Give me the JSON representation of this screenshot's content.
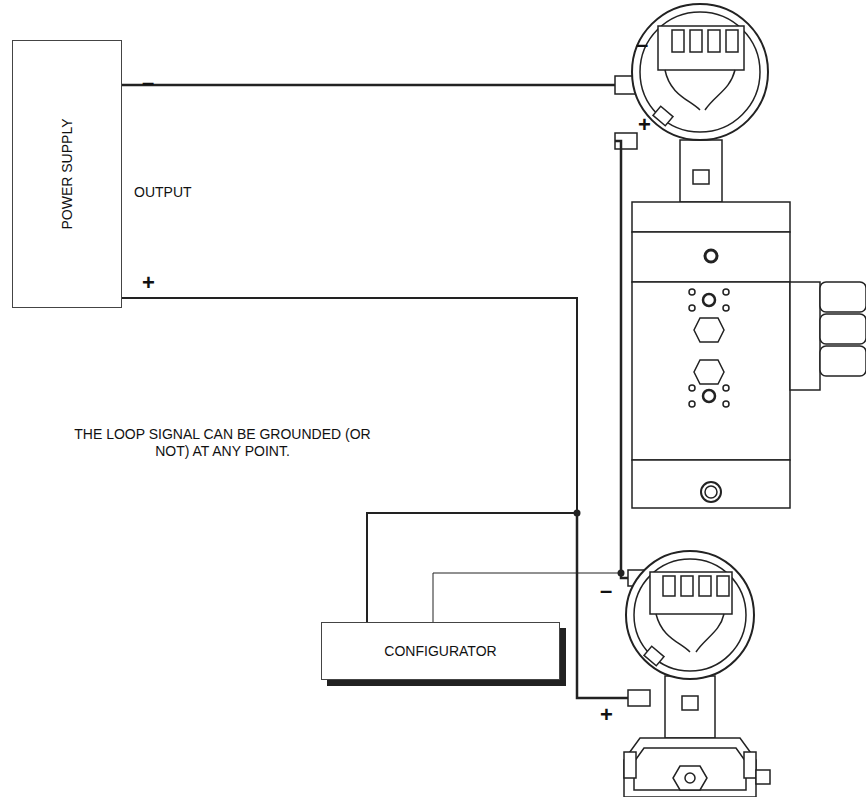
{
  "diagram": {
    "nodes": [
      {
        "text": [
          "POWER SUPPLY"
        ]
      },
      {
        "text": [
          "CONFIGURATOR"
        ]
      }
    ],
    "edges": [
      {
        "from": 0,
        "to": 1,
        "arrow": "none"
      }
    ],
    "labels": [
      "–",
      "OUTPUT",
      "+",
      "THE LOOP SIGNAL CAN BE GROUNDED (OR NOT) AT ANY POINT.",
      "–",
      "+",
      "–",
      "+"
    ]
  }
}
